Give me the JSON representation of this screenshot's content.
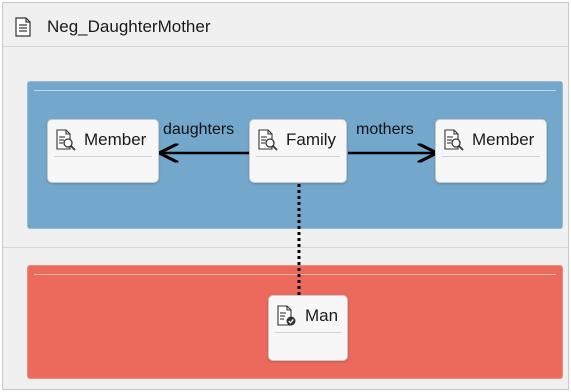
{
  "diagram": {
    "title": "Neg_DaughterMother",
    "nodes": {
      "member_left": {
        "label": "Member",
        "icon": "query-document-icon"
      },
      "family": {
        "label": "Family",
        "icon": "query-document-icon"
      },
      "member_right": {
        "label": "Member",
        "icon": "query-document-icon"
      },
      "man": {
        "label": "Man",
        "icon": "document-check-icon"
      }
    },
    "edges": {
      "daughters": {
        "label": "daughters",
        "from": "Family",
        "to": "Member"
      },
      "mothers": {
        "label": "mothers",
        "from": "Family",
        "to": "Member"
      },
      "family_man": {
        "label": "",
        "from": "Family",
        "to": "Man",
        "style": "dotted"
      }
    },
    "colors": {
      "top_panel": "#73a7cc",
      "bottom_panel": "#eb6a5c",
      "node_fill": "#f7f7f7",
      "frame": "#f0f0f0"
    }
  }
}
